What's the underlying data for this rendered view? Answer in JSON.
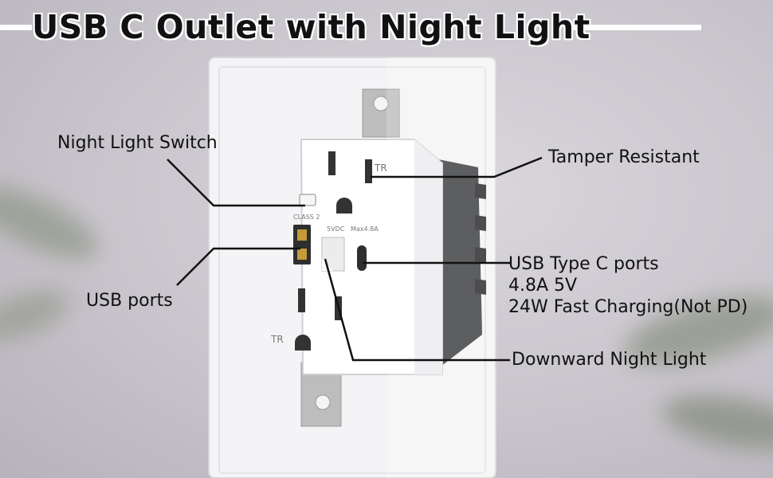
{
  "title": "USB C Outlet with Night Light",
  "callouts": {
    "night_light_switch": "Night Light Switch",
    "tamper_resistant": "Tamper Resistant",
    "usb_ports": "USB ports",
    "usb_type_c_line1": "USB Type C ports",
    "usb_type_c_line2": "4.8A 5V",
    "usb_type_c_line3": "24W Fast Charging(Not PD)",
    "downward_night_light": "Downward Night Light"
  },
  "device_markings": {
    "tr_top": "TR",
    "tr_bottom": "TR",
    "usb_a_class": "CLASS 2",
    "usb_a_rating": "5VDC",
    "usb_c_rating": "Max4.8A"
  }
}
